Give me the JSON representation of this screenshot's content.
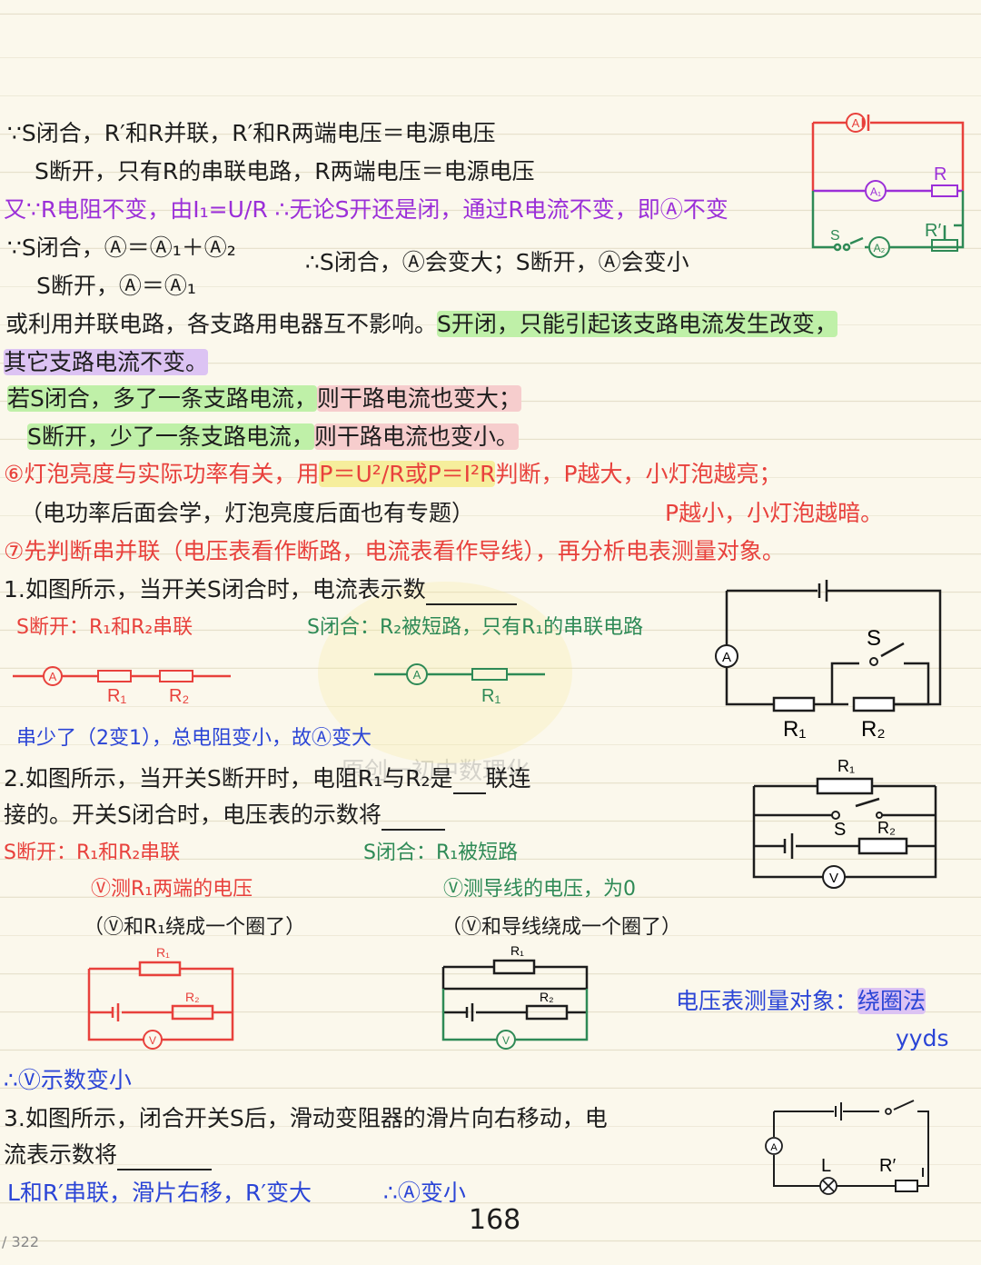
{
  "lines": {
    "l1": "∵S闭合，R′和R并联，R′和R两端电压＝电源电压",
    "l2": "S断开，只有R的串联电路，R两端电压＝电源电压",
    "l3": "又∵R电阻不变，由I₁=U/R ∴无论S开还是闭，通过R电流不变，即Ⓐ不变",
    "l4": "∵S闭合，Ⓐ＝Ⓐ₁＋Ⓐ₂",
    "l4b": "∴S闭合，Ⓐ会变大；S断开，Ⓐ会变小",
    "l5": "S断开，Ⓐ＝Ⓐ₁",
    "l6a": "或利用并联电路，各支路用电器互不影响。",
    "l6b": "S开闭，只能引起该支路电流发生改变，",
    "l7": "其它支路电流不变。",
    "l8a": "若S闭合，多了一条支路电流，",
    "l8b": "则干路电流也变大；",
    "l9a": "S断开，少了一条支路电流，",
    "l9b": "则干路电流也变小。",
    "l10a": "⑥灯泡亮度与实际功率有关，用",
    "l10b": "P＝U²/R或P＝I²R",
    "l10c": "判断，P越大，小灯泡越亮；",
    "l11a": "（电功率后面会学，灯泡亮度后面也有专题）",
    "l11b": "P越小，小灯泡越暗。",
    "l12": "⑦先判断串并联（电压表看作断路，电流表看作导线），再分析电表测量对象。",
    "q1": "1.如图所示，当开关S闭合时，电流表示数",
    "q1a": "S断开：R₁和R₂串联",
    "q1b": "S闭合：R₂被短路，只有R₁的串联电路",
    "q1c": "串少了（2变1），总电阻变小，故Ⓐ变大",
    "q2a": "2.如图所示，当开关S断开时，电阻R₁与R₂是",
    "q2a2": "联连",
    "q2b": "接的。开关S闭合时，电压表的示数将",
    "q2c": "S断开：R₁和R₂串联",
    "q2d": "S闭合：R₁被短路",
    "q2e": "Ⓥ测R₁两端的电压",
    "q2f": "Ⓥ测导线的电压，为0",
    "q2g": "（Ⓥ和R₁绕成一个圈了）",
    "q2h": "（Ⓥ和导线绕成一个圈了）",
    "q2i": "电压表测量对象：",
    "q2j": "绕圈法",
    "q2k": "yyds",
    "q2l": "∴Ⓥ示数变小",
    "q3a": "3.如图所示，闭合开关S后，滑动变阻器的滑片向右移动，电",
    "q3b": "流表示数将",
    "q3c": "L和R′串联，滑片右移，R′变大",
    "q3d": "∴Ⓐ变小",
    "page_number": "168",
    "page_total": "/ 322",
    "watermark": "原创一初中数理化"
  },
  "labels": {
    "A": "A",
    "A1": "A₁",
    "A2": "A₂",
    "V": "V",
    "S": "S",
    "R": "R",
    "Rp": "R′",
    "R1": "R₁",
    "R2": "R₂",
    "L": "L"
  },
  "colors": {
    "purple": "#9b2fd8",
    "red": "#e8413c",
    "green": "#2e8a56",
    "blue": "#2b45d6",
    "ink": "#1d1d1d"
  }
}
